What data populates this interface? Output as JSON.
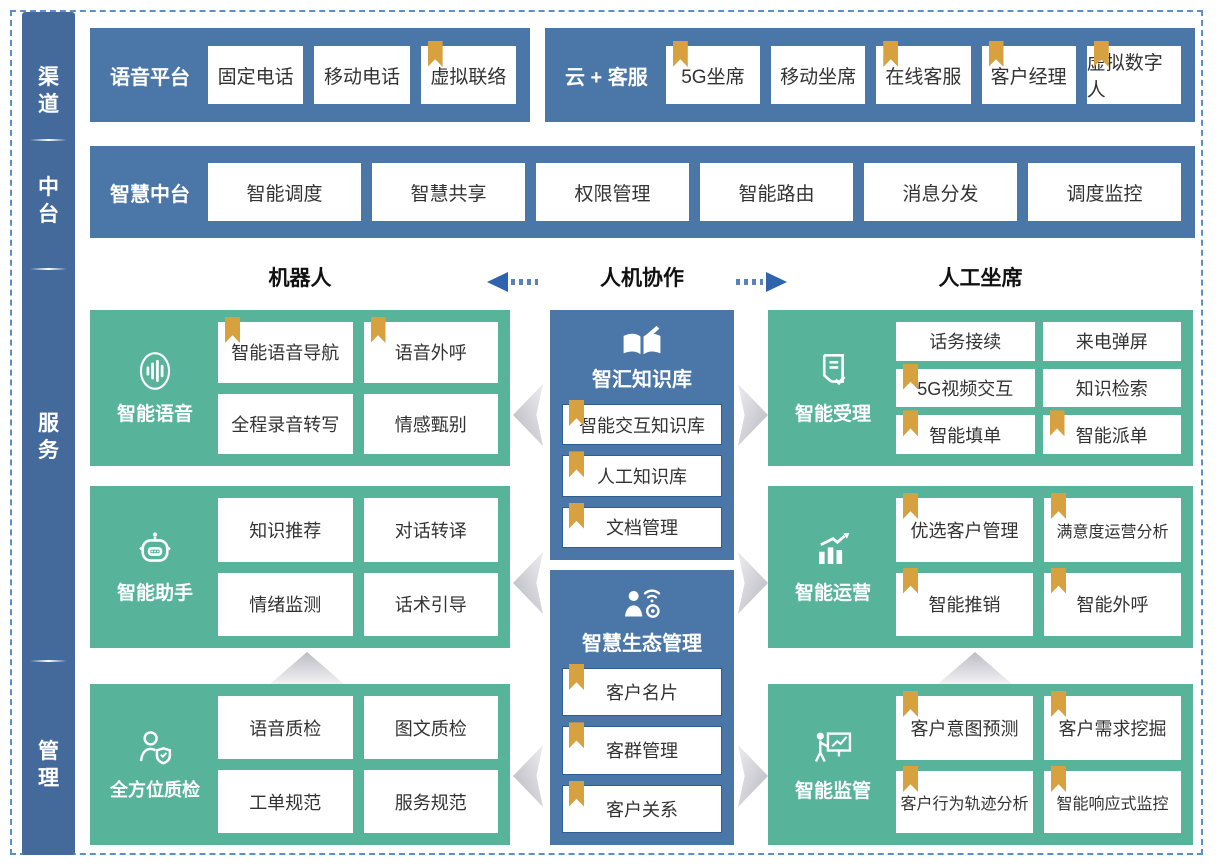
{
  "colors": {
    "panel_blue": "#4a76a8",
    "sidebar_blue": "#44699b",
    "green": "#57b39a",
    "bookmark_gold": "#d8a13f",
    "frame_dash": "#5b8fc9",
    "arrow_blue": "#2f63ac"
  },
  "sidebar": {
    "sections": [
      "渠道",
      "中台",
      "服务",
      "管理"
    ]
  },
  "top_row": {
    "voice_platform": {
      "title": "语音平台",
      "items": [
        {
          "label": "固定电话",
          "bookmark": false
        },
        {
          "label": "移动电话",
          "bookmark": false
        },
        {
          "label": "虚拟联络",
          "bookmark": true
        }
      ]
    },
    "cloud_cs": {
      "title": "云 + 客服",
      "items": [
        {
          "label": "5G坐席",
          "bookmark": true
        },
        {
          "label": "移动坐席",
          "bookmark": false
        },
        {
          "label": "在线客服",
          "bookmark": true
        },
        {
          "label": "客户经理",
          "bookmark": true
        },
        {
          "label": "虚拟数字人",
          "bookmark": true
        }
      ]
    }
  },
  "middle_row": {
    "title": "智慧中台",
    "items": [
      "智能调度",
      "智慧共享",
      "权限管理",
      "智能路由",
      "消息分发",
      "调度监控"
    ]
  },
  "mode_header": {
    "robot": "机器人",
    "collaboration": "人机协作",
    "human_agent": "人工坐席"
  },
  "groups": {
    "smart_voice": {
      "title": "智能语音",
      "icon": "voice-wave-icon",
      "items": [
        {
          "label": "智能语音导航",
          "bookmark": true
        },
        {
          "label": "语音外呼",
          "bookmark": true
        },
        {
          "label": "全程录音转写",
          "bookmark": false
        },
        {
          "label": "情感甄别",
          "bookmark": false
        }
      ]
    },
    "smart_assistant": {
      "title": "智能助手",
      "icon": "robot-icon",
      "items": [
        {
          "label": "知识推荐",
          "bookmark": false
        },
        {
          "label": "对话转译",
          "bookmark": false
        },
        {
          "label": "情绪监测",
          "bookmark": false
        },
        {
          "label": "话术引导",
          "bookmark": false
        }
      ]
    },
    "quality_inspection": {
      "title": "全方位质检",
      "icon": "person-shield-icon",
      "items": [
        {
          "label": "语音质检",
          "bookmark": false
        },
        {
          "label": "图文质检",
          "bookmark": false
        },
        {
          "label": "工单规范",
          "bookmark": false
        },
        {
          "label": "服务规范",
          "bookmark": false
        }
      ]
    },
    "knowledge_base": {
      "title": "智汇知识库",
      "icon": "book-pen-icon",
      "items": [
        {
          "label": "智能交互知识库",
          "bookmark": true
        },
        {
          "label": "人工知识库",
          "bookmark": true
        },
        {
          "label": "文档管理",
          "bookmark": true
        }
      ]
    },
    "eco_management": {
      "title": "智慧生态管理",
      "icon": "person-signal-gear-icon",
      "items": [
        {
          "label": "客户名片",
          "bookmark": true
        },
        {
          "label": "客群管理",
          "bookmark": true
        },
        {
          "label": "客户关系",
          "bookmark": true
        }
      ]
    },
    "smart_acceptance": {
      "title": "智能受理",
      "icon": "document-check-icon",
      "items": [
        {
          "label": "话务接续",
          "bookmark": false
        },
        {
          "label": "来电弹屏",
          "bookmark": false
        },
        {
          "label": "5G视频交互",
          "bookmark": true
        },
        {
          "label": "知识检索",
          "bookmark": false
        },
        {
          "label": "智能填单",
          "bookmark": true
        },
        {
          "label": "智能派单",
          "bookmark": true
        }
      ]
    },
    "smart_operation": {
      "title": "智能运营",
      "icon": "chart-growth-icon",
      "items": [
        {
          "label": "优选客户管理",
          "bookmark": true
        },
        {
          "label": "满意度运营分析",
          "bookmark": true
        },
        {
          "label": "智能推销",
          "bookmark": true
        },
        {
          "label": "智能外呼",
          "bookmark": true
        }
      ]
    },
    "smart_supervision": {
      "title": "智能监管",
      "icon": "presenter-board-icon",
      "items": [
        {
          "label": "客户意图预测",
          "bookmark": true
        },
        {
          "label": "客户需求挖掘",
          "bookmark": true
        },
        {
          "label": "客户行为轨迹分析",
          "bookmark": true
        },
        {
          "label": "智能响应式监控",
          "bookmark": true
        }
      ]
    }
  }
}
